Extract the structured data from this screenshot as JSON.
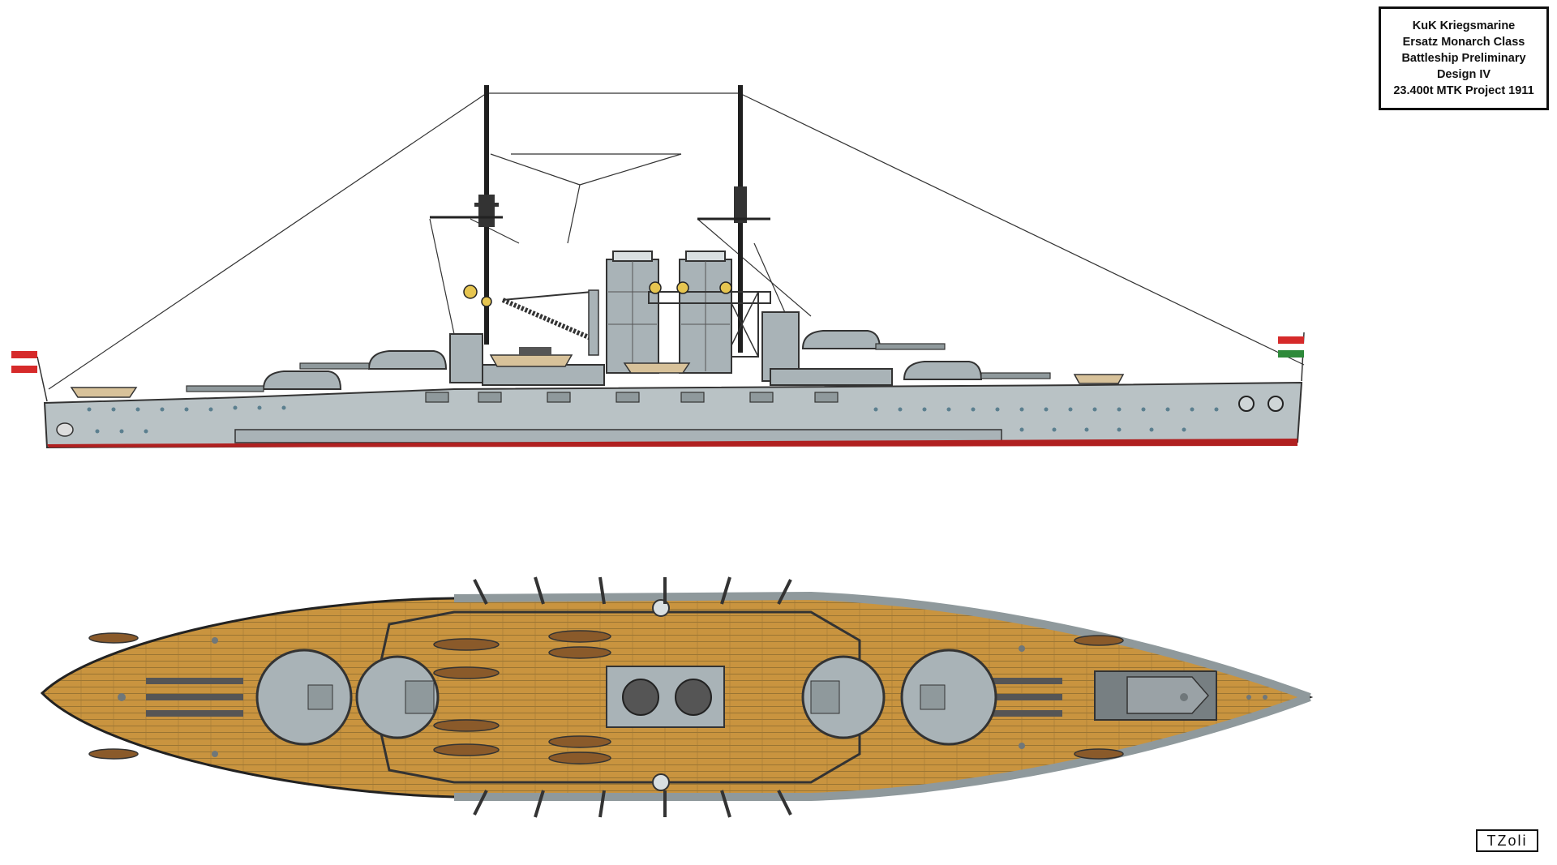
{
  "title_block": {
    "line1": "KuK Kriegsmarine",
    "line2": "Ersatz Monarch Class",
    "line3": "Battleship Preliminary",
    "line4": "Design IV",
    "line5": "23.400t MTK Project 1911"
  },
  "signature": "TZoli",
  "colors": {
    "hull_grey": "#b9c2c5",
    "superstructure_grey": "#a9b3b7",
    "dark_grey": "#6f777a",
    "deck_wood": "#c9943f",
    "boot_topping_red": "#b02020",
    "outline": "#222222",
    "funnel_top": "#d9dfe1",
    "boat_tan": "#d8c29a"
  },
  "views": {
    "side_profile": {
      "name": "side-elevation"
    },
    "top_plan": {
      "name": "deck-plan"
    }
  },
  "icons": {
    "ensign_bow": "austrian-ensign-icon",
    "ensign_stern": "hungarian-ensign-icon",
    "coat_of_arms": "imperial-crest-icon"
  }
}
